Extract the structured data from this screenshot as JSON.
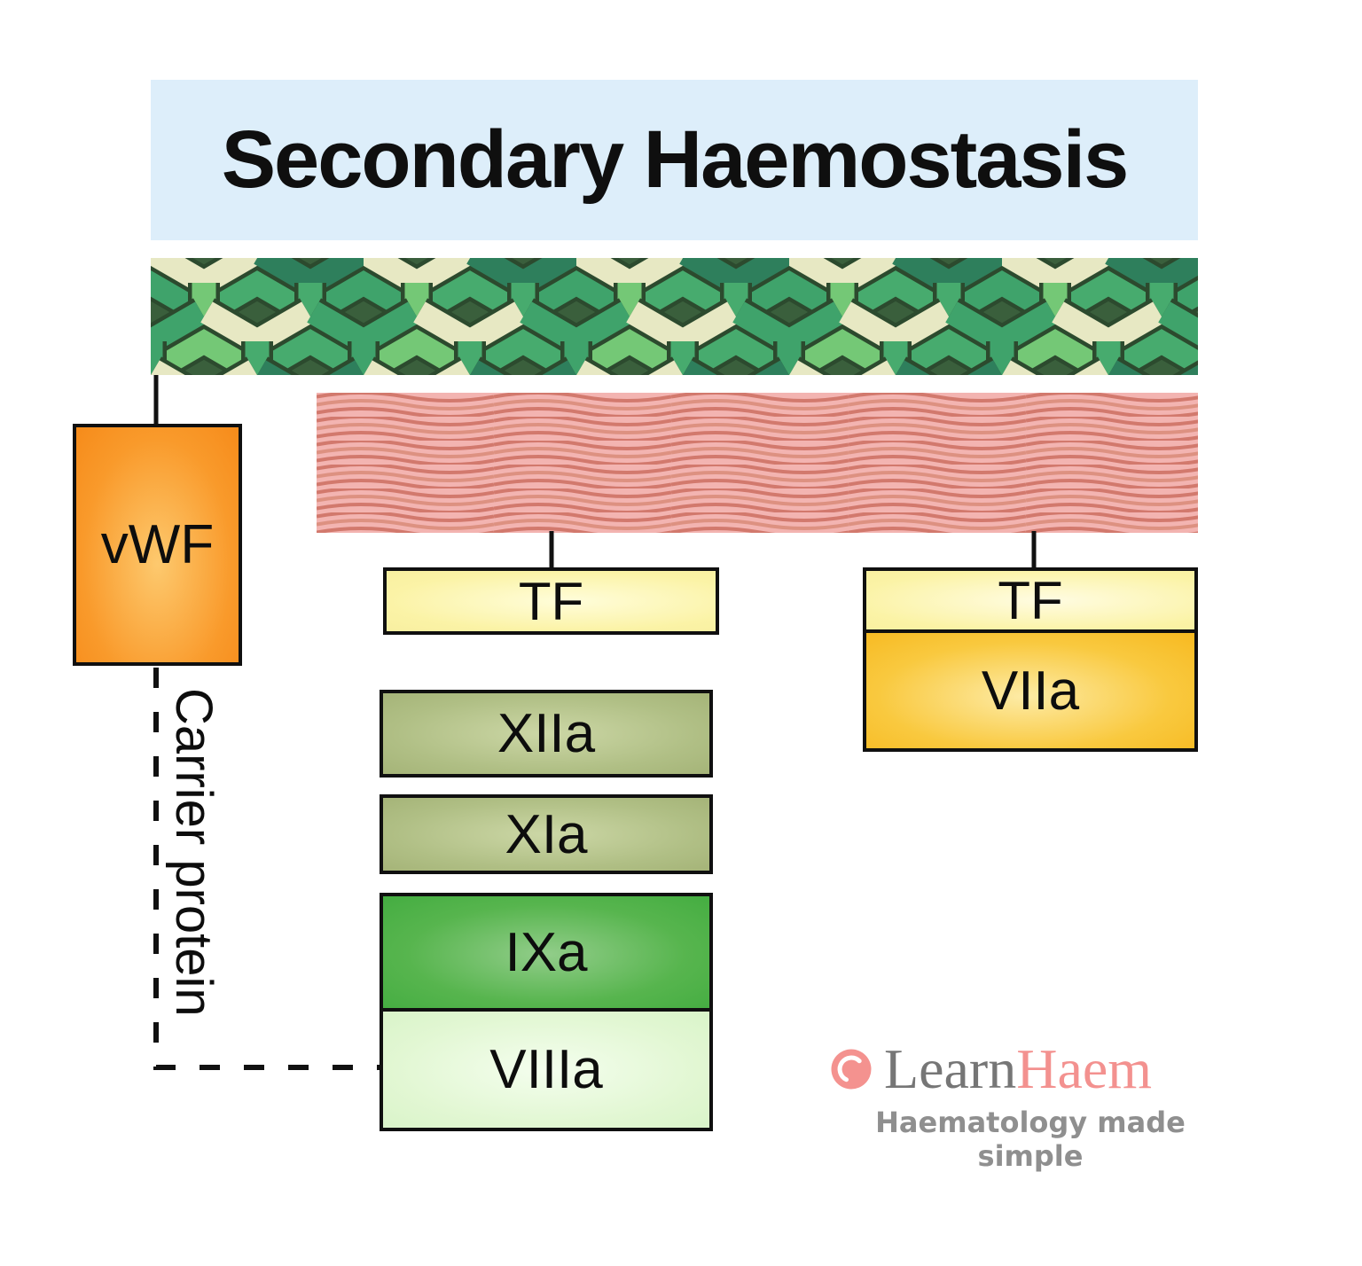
{
  "title": "Secondary Haemostasis",
  "boxes": {
    "vwf": {
      "label": "vWF"
    },
    "tf_left": {
      "label": "TF"
    },
    "tf_right": {
      "label": "TF"
    },
    "viia": {
      "label": "VIIa"
    },
    "xiia": {
      "label": "XIIa"
    },
    "xia": {
      "label": "XIa"
    },
    "ixa": {
      "label": "IXa"
    },
    "viiia": {
      "label": "VIIIa"
    }
  },
  "annotations": {
    "carrier_protein": "Carrier protein"
  },
  "logo": {
    "learn": "Learn",
    "haem": "Haem",
    "tagline": "Haematology made simple"
  },
  "icons": {
    "logo_mark": "red-blood-cell-icon"
  },
  "colors": {
    "banner_blue": "#ddeefa",
    "vwf_orange": "#f68b1a",
    "tf_pale_yellow": "#f9f0a0",
    "viia_gold": "#f7b920",
    "contact_factor_olive": "#a5b478",
    "ixa_green": "#44ad41",
    "viiia_light_green": "#d9f4c9",
    "collagen_cream": "#e7e8c3",
    "collagen_green": "#3fa36b",
    "collagen_light_green": "#74c876",
    "collagen_teal": "#2e7f5c",
    "collagen_background": "#3a5f3c",
    "vessel_pink": "#f3b4b1",
    "vessel_wave_pink": "#d2796d",
    "logo_pink": "#f3918f",
    "logo_grey": "#767676",
    "line_black": "#111111"
  }
}
